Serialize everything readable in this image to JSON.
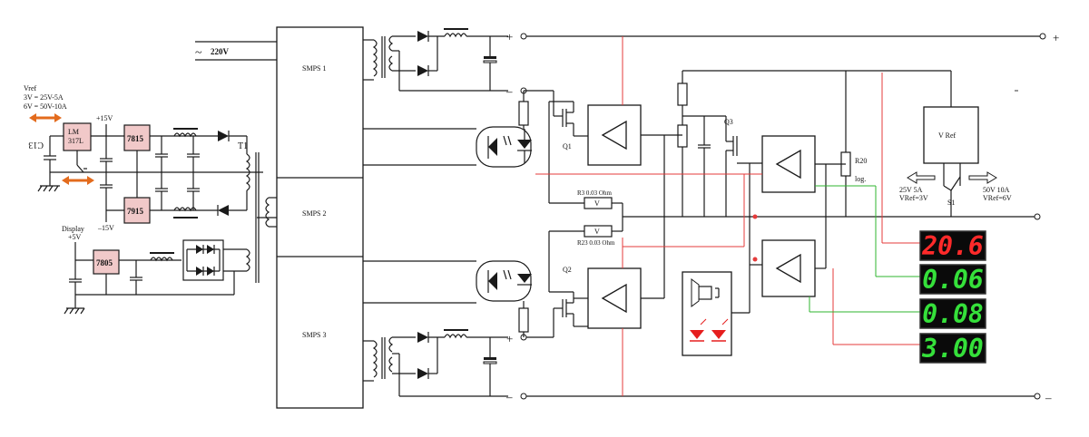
{
  "labels": {
    "vref_title": "Vref",
    "vref_line1": "3V = 25V-5A",
    "vref_line2": "6V = 50V-10A",
    "lm": "LM",
    "lm2": "317L",
    "c13": "C13",
    "plus15": "+15V",
    "minus15": "–15V",
    "reg7815": "7815",
    "reg7915": "7915",
    "reg7805": "7805",
    "t1": "T1",
    "display_label": "Display",
    "display_v": "+5V",
    "mains": "220V",
    "mains_symbol": "~",
    "smps1": "SMPS  1",
    "smps2": "SMPS 2",
    "smps3": "SMPS 3",
    "q1": "Q1",
    "q2": "Q2",
    "q3": "Q3",
    "r3": "R3  0.03 Ohm",
    "r23": "R23 0.03 Ohm",
    "v1": "V",
    "v2": "V",
    "r20": "R20",
    "log": "log.",
    "vref_box": "V Ref",
    "s1": "S1",
    "left_arrow_1": "25V  5A",
    "left_arrow_2": "VRef=3V",
    "right_arrow_1": "50V  10A",
    "right_arrow_2": "VRef=6V",
    "plus_top": "+",
    "minus_top": "–",
    "plus_bot": "+",
    "minus_bot": "–",
    "out_plus": "+",
    "out_minus": "–"
  },
  "displays": [
    {
      "value": "20.6",
      "color": "#ff2a2a"
    },
    {
      "value": "0.06",
      "color": "#35e03a"
    },
    {
      "value": "0.08",
      "color": "#35e03a"
    },
    {
      "value": "3.00",
      "color": "#35e03a"
    }
  ],
  "colors": {
    "wire": "#1a1a1a",
    "red_wire": "#e53b3b",
    "green_wire": "#2fb42f",
    "regulator_fill": "#f1c9c9",
    "arrow_orange": "#e36b1d",
    "led_red": "#e61e1e"
  }
}
